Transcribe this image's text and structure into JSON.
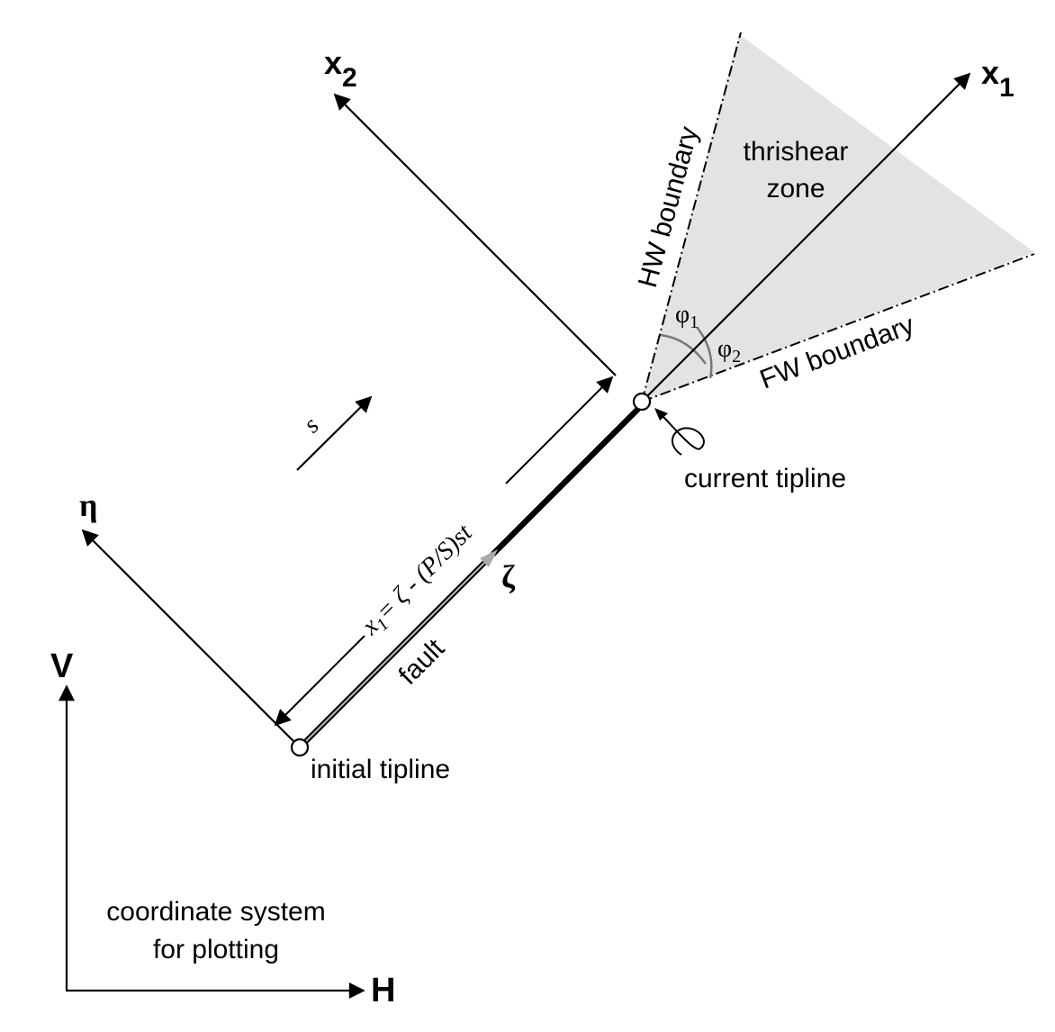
{
  "labels": {
    "x1_main": "x",
    "x1_sub": "1",
    "x2_main": "x",
    "x2_sub": "2",
    "eta": "η",
    "zeta": "ζ",
    "v_axis": "V",
    "h_axis": "H",
    "s_label": "s",
    "hw_boundary": "HW boundary",
    "fw_boundary": "FW boundary",
    "thrishear_line1": "thrishear",
    "thrishear_line2": "zone",
    "phi1_main": "φ",
    "phi1_sub": "1",
    "phi2_main": "φ",
    "phi2_sub": "2",
    "current_tipline": "current tipline",
    "initial_tipline": "initial tipline",
    "fault": "fault",
    "eq_x": "x",
    "eq_sub": "1",
    "eq_rest": "= ζ - (P/S)st",
    "coord_line1": "coordinate system",
    "coord_line2": "for plotting"
  },
  "colors": {
    "line": "#000000",
    "zone_fill": "#e3e3e3",
    "angle_arc": "#777777",
    "slip_arrow": "#aaaaaa"
  }
}
